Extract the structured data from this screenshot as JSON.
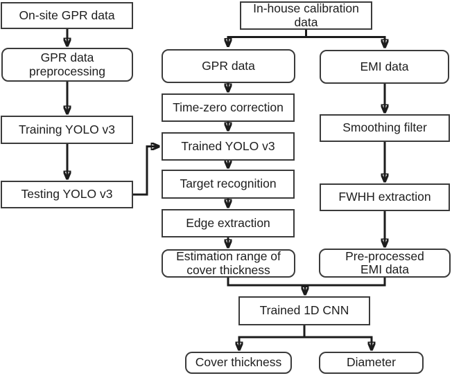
{
  "figure": {
    "type": "flowchart",
    "background_color": "#ffffff",
    "box_border_color": "#3a3a3a",
    "line_color": "#1c1c1c",
    "text_color": "#1d1d1d"
  },
  "nodes": {
    "onsite_gpr": {
      "label": "On-site GPR data",
      "shape": "rect"
    },
    "gpr_preproc": {
      "label": "GPR data\npreprocessing",
      "shape": "rounded"
    },
    "training_yolo": {
      "label": "Training YOLO v3",
      "shape": "rect"
    },
    "testing_yolo": {
      "label": "Testing YOLO v3",
      "shape": "rect"
    },
    "inhouse_calib": {
      "label": "In-house calibration\ndata",
      "shape": "rect"
    },
    "gpr_data": {
      "label": "GPR data",
      "shape": "rounded"
    },
    "time_zero": {
      "label": "Time-zero correction",
      "shape": "rect"
    },
    "trained_yolo": {
      "label": "Trained YOLO v3",
      "shape": "rect"
    },
    "target_recog": {
      "label": "Target recognition",
      "shape": "rect"
    },
    "edge_extract": {
      "label": "Edge extraction",
      "shape": "rect"
    },
    "estimation": {
      "label": "Estimation range of\ncover thickness",
      "shape": "rounded"
    },
    "emi_data": {
      "label": "EMI data",
      "shape": "rounded"
    },
    "smoothing": {
      "label": "Smoothing filter",
      "shape": "rect"
    },
    "fwhh": {
      "label": "FWHH extraction",
      "shape": "rect"
    },
    "preproc_emi": {
      "label": "Pre-processed\nEMI data",
      "shape": "rounded"
    },
    "trained_cnn": {
      "label": "Trained 1D CNN",
      "shape": "rect"
    },
    "cover_thickness": {
      "label": "Cover thickness",
      "shape": "rounded"
    },
    "diameter": {
      "label": "Diameter",
      "shape": "rounded"
    }
  },
  "edges": [
    {
      "from": "onsite_gpr",
      "to": "gpr_preproc"
    },
    {
      "from": "gpr_preproc",
      "to": "training_yolo"
    },
    {
      "from": "training_yolo",
      "to": "testing_yolo"
    },
    {
      "from": "testing_yolo",
      "to": "trained_yolo"
    },
    {
      "from": "inhouse_calib",
      "to": "gpr_data"
    },
    {
      "from": "inhouse_calib",
      "to": "emi_data"
    },
    {
      "from": "gpr_data",
      "to": "time_zero"
    },
    {
      "from": "time_zero",
      "to": "trained_yolo"
    },
    {
      "from": "trained_yolo",
      "to": "target_recog"
    },
    {
      "from": "target_recog",
      "to": "edge_extract"
    },
    {
      "from": "edge_extract",
      "to": "estimation"
    },
    {
      "from": "emi_data",
      "to": "smoothing"
    },
    {
      "from": "smoothing",
      "to": "fwhh"
    },
    {
      "from": "fwhh",
      "to": "preproc_emi"
    },
    {
      "from": "estimation",
      "to": "trained_cnn"
    },
    {
      "from": "preproc_emi",
      "to": "trained_cnn"
    },
    {
      "from": "trained_cnn",
      "to": "cover_thickness"
    },
    {
      "from": "trained_cnn",
      "to": "diameter"
    }
  ]
}
